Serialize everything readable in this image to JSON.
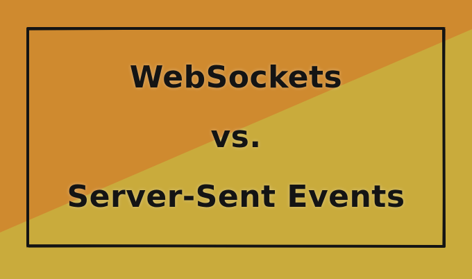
{
  "colors": {
    "orange": "#cf8a2f",
    "yellow": "#c9ab3c",
    "frame": "#141414",
    "text": "#141414"
  },
  "title": {
    "line1": "WebSockets",
    "line2": "vs.",
    "line3": "Server-Sent Events"
  }
}
